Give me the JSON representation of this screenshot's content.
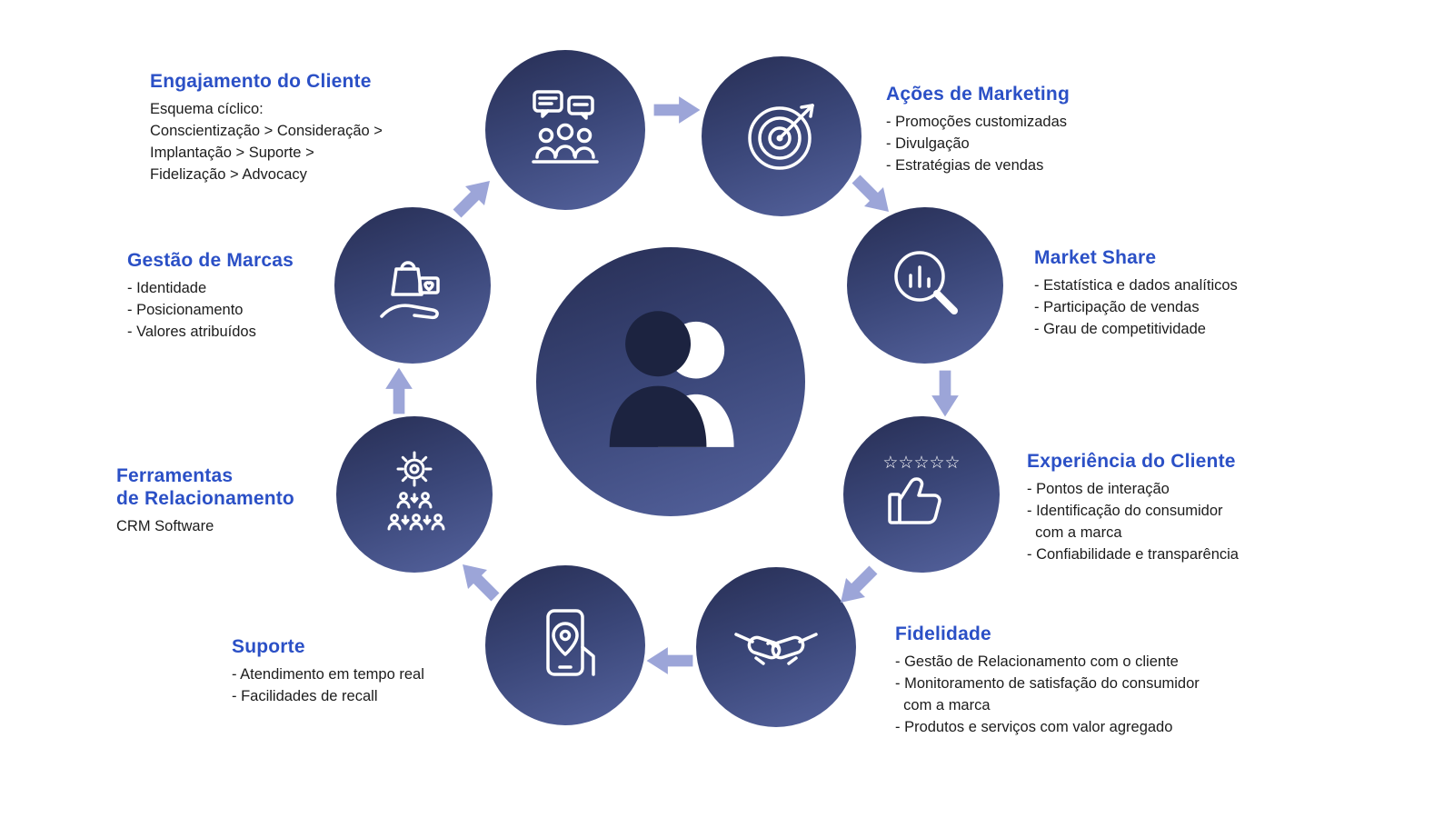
{
  "colors": {
    "title": "#2b50c6",
    "body_text": "#1c1c1c",
    "arrow": "#9ca5d8",
    "circle_gradient_start": "#272e54",
    "circle_gradient_end": "#55639e",
    "silhouette_dark": "#1c2340",
    "silhouette_light": "#ffffff",
    "icon_stroke": "#ffffff"
  },
  "center": {
    "icon": "customers-silhouette-icon"
  },
  "nodes": [
    {
      "id": "engajamento",
      "icon": "meeting-chat-icon",
      "title": "Engajamento do Cliente",
      "lines": [
        "Esquema cíclico:",
        "Conscientização > Consideração >",
        "Implantação > Suporte >",
        "Fidelização > Advocacy"
      ]
    },
    {
      "id": "acoes-marketing",
      "icon": "target-dart-icon",
      "title": "Ações de Marketing",
      "lines": [
        "- Promoções customizadas",
        "- Divulgação",
        "- Estratégias de vendas"
      ]
    },
    {
      "id": "market-share",
      "icon": "magnifier-chart-icon",
      "title": "Market Share",
      "lines": [
        "- Estatística e dados analíticos",
        "- Participação de vendas",
        "- Grau de competitividade"
      ]
    },
    {
      "id": "experiencia-cliente",
      "icon": "thumbs-up-stars-icon",
      "stars": "☆☆☆☆☆",
      "title": "Experiência do Cliente",
      "lines": [
        "- Pontos de interação",
        "- Identificação do consumidor",
        "  com a marca",
        "- Confiabilidade e transparência"
      ]
    },
    {
      "id": "fidelidade",
      "icon": "handshake-icon",
      "title": "Fidelidade",
      "lines": [
        "- Gestão de Relacionamento com o cliente",
        "- Monitoramento de satisfação do consumidor",
        "  com a marca",
        "- Produtos e serviços com valor agregado"
      ]
    },
    {
      "id": "suporte",
      "icon": "phone-location-icon",
      "title": "Suporte",
      "lines": [
        "- Atendimento em tempo real",
        "- Facilidades de recall"
      ]
    },
    {
      "id": "ferramentas",
      "icon": "gear-hierarchy-icon",
      "title": "Ferramentas\nde Relacionamento",
      "lines": [
        "CRM Software"
      ]
    },
    {
      "id": "gestao-marcas",
      "icon": "hand-shopping-bag-icon",
      "title": "Gestão de Marcas",
      "lines": [
        "- Identidade",
        "- Posicionamento",
        "- Valores atribuídos"
      ]
    }
  ],
  "flow": {
    "direction": "clockwise",
    "arrows": [
      "right",
      "down-right",
      "down",
      "down-left",
      "left",
      "up-left",
      "up",
      "up-right"
    ]
  }
}
